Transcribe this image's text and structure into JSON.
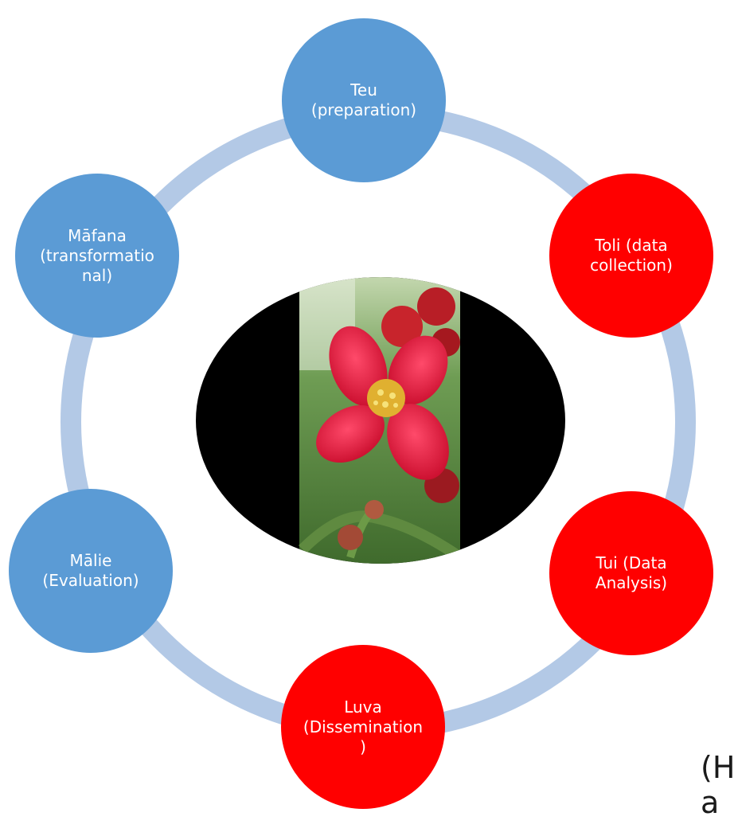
{
  "colors": {
    "ring": "#b3c9e6",
    "blue_node": "#5b9bd5",
    "red_node": "#ff0000",
    "center_bg": "#000000"
  },
  "center_image": {
    "icon": "red-flower-photo"
  },
  "nodes": [
    {
      "id": "teu",
      "label": "Teu\n(preparation)",
      "color": "blue"
    },
    {
      "id": "toli",
      "label": "Toli (data\ncollection)",
      "color": "red"
    },
    {
      "id": "tui",
      "label": "Tui (Data\nAnalysis)",
      "color": "red"
    },
    {
      "id": "luva",
      "label": "Luva\n(Dissemination\n)",
      "color": "red"
    },
    {
      "id": "malie",
      "label": "Mālie\n(Evaluation)",
      "color": "blue"
    },
    {
      "id": "mafana",
      "label": "Māfana\n(transformatio\nnal)",
      "color": "blue"
    }
  ],
  "cut_text": [
    "(H",
    "a"
  ]
}
